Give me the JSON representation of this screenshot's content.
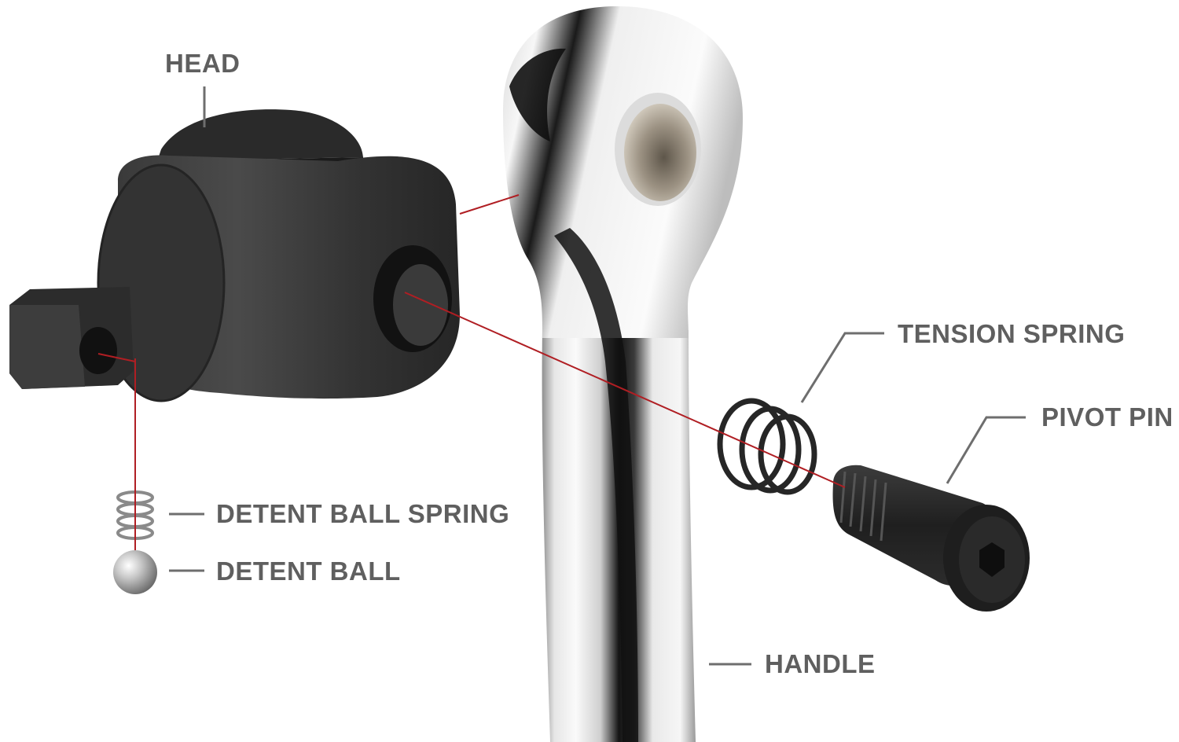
{
  "labels": {
    "head": "HEAD",
    "tension_spring": "TENSION SPRING",
    "pivot_pin": "PIVOT PIN",
    "detent_ball_spring": "DETENT BALL SPRING",
    "detent_ball": "DETENT BALL",
    "handle": "HANDLE"
  },
  "colors": {
    "label_text": "#5f5f5f",
    "leader_line": "#6e6e6e",
    "red_guide": "#b01e23",
    "head_black": "#2e2e2e",
    "chrome_light": "#f2f2f2",
    "chrome_dark": "#1c1c1c"
  }
}
